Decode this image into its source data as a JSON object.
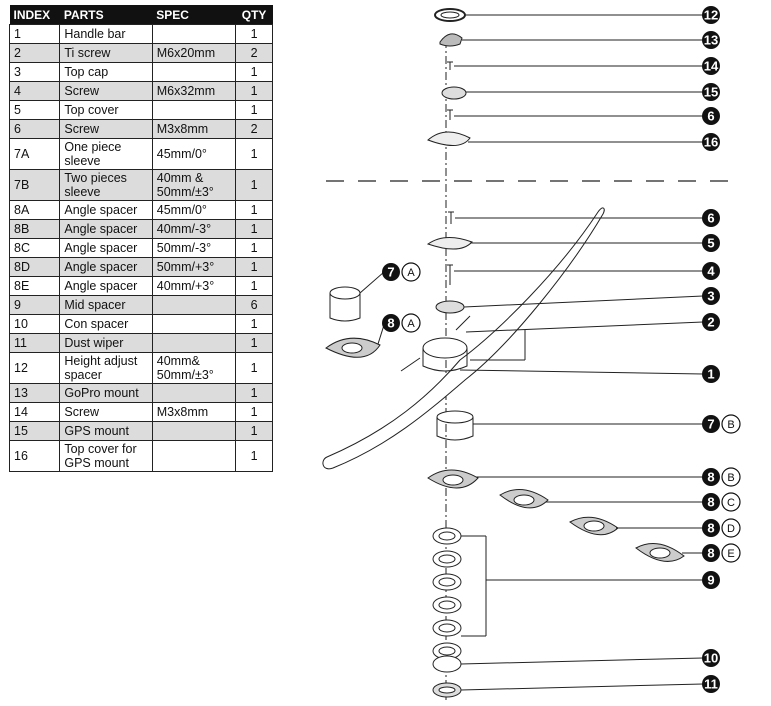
{
  "table": {
    "headers": [
      "INDEX",
      "PARTS",
      "SPEC",
      "QTY"
    ],
    "rows": [
      {
        "index": "1",
        "part": "Handle bar",
        "spec": "",
        "qty": "1"
      },
      {
        "index": "2",
        "part": "Ti screw",
        "spec": "M6x20mm",
        "qty": "2"
      },
      {
        "index": "3",
        "part": "Top cap",
        "spec": "",
        "qty": "1"
      },
      {
        "index": "4",
        "part": "Screw",
        "spec": "M6x32mm",
        "qty": "1"
      },
      {
        "index": "5",
        "part": "Top cover",
        "spec": "",
        "qty": "1"
      },
      {
        "index": "6",
        "part": "Screw",
        "spec": "M3x8mm",
        "qty": "2"
      },
      {
        "index": "7A",
        "part": "One piece sleeve",
        "spec": "45mm/0°",
        "qty": "1"
      },
      {
        "index": "7B",
        "part": "Two pieces sleeve",
        "spec": "40mm & 50mm/±3°",
        "qty": "1"
      },
      {
        "index": "8A",
        "part": "Angle spacer",
        "spec": "45mm/0°",
        "qty": "1"
      },
      {
        "index": "8B",
        "part": "Angle spacer",
        "spec": "40mm/-3°",
        "qty": "1"
      },
      {
        "index": "8C",
        "part": "Angle spacer",
        "spec": "50mm/-3°",
        "qty": "1"
      },
      {
        "index": "8D",
        "part": "Angle spacer",
        "spec": "50mm/+3°",
        "qty": "1"
      },
      {
        "index": "8E",
        "part": "Angle spacer",
        "spec": "40mm/+3°",
        "qty": "1"
      },
      {
        "index": "9",
        "part": "Mid spacer",
        "spec": "",
        "qty": "6"
      },
      {
        "index": "10",
        "part": "Con spacer",
        "spec": "",
        "qty": "1"
      },
      {
        "index": "11",
        "part": "Dust wiper",
        "spec": "",
        "qty": "1"
      },
      {
        "index": "12",
        "part": "Height adjust spacer",
        "spec": "40mm& 50mm/±3°",
        "qty": "1"
      },
      {
        "index": "13",
        "part": "GoPro mount",
        "spec": "",
        "qty": "1"
      },
      {
        "index": "14",
        "part": "Screw",
        "spec": "M3x8mm",
        "qty": "1"
      },
      {
        "index": "15",
        "part": "GPS mount",
        "spec": "",
        "qty": "1"
      },
      {
        "index": "16",
        "part": "Top cover for GPS mount",
        "spec": "",
        "qty": "1"
      }
    ]
  },
  "callouts": {
    "c12": "12",
    "c13": "13",
    "c14": "14",
    "c15": "15",
    "c6a": "6",
    "c16": "16",
    "c6b": "6",
    "c5": "5",
    "c4": "4",
    "c3": "3",
    "c2": "2",
    "c1": "1",
    "c7b": "7",
    "c7b_letter": "B",
    "c8b": "8",
    "c8b_letter": "B",
    "c8c": "8",
    "c8c_letter": "C",
    "c8d": "8",
    "c8d_letter": "D",
    "c8e": "8",
    "c8e_letter": "E",
    "c9": "9",
    "c10": "10",
    "c11": "11",
    "c7a": "7",
    "c7a_letter": "A",
    "c8a": "8",
    "c8a_letter": "A"
  },
  "colors": {
    "callout_fill": "#111111",
    "table_header": "#111111",
    "shade_row": "#dcdcdc"
  }
}
